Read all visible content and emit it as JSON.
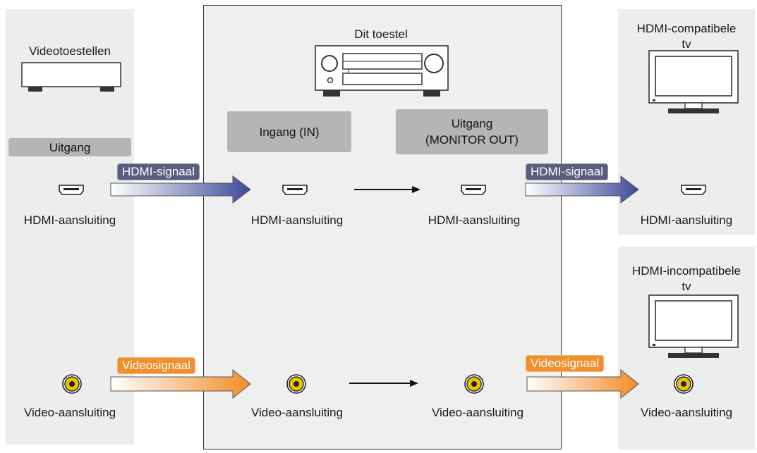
{
  "left": {
    "device_label": "Videotoestellen",
    "output_box": "Uitgang",
    "hdmi_connector_label": "HDMI-aansluiting",
    "video_connector_label": "Video-aansluiting"
  },
  "center": {
    "device_label": "Dit toestel",
    "input_box": "Ingang (IN)",
    "output_box_line1": "Uitgang",
    "output_box_line2": "(MONITOR OUT)",
    "hdmi_in_label": "HDMI-aansluiting",
    "hdmi_out_label": "HDMI-aansluiting",
    "video_in_label": "Video-aansluiting",
    "video_out_label": "Video-aansluiting"
  },
  "right_top": {
    "title_line1": "HDMI-compatibele",
    "title_line2": "tv",
    "connector_label": "HDMI-aansluiting"
  },
  "right_bottom": {
    "title_line1": "HDMI-incompatibele",
    "title_line2": "tv",
    "connector_label": "Video-aansluiting"
  },
  "signals": {
    "hdmi": "HDMI-signaal",
    "video": "Videosignaal"
  },
  "colors": {
    "hdmi_arrow": "#3d4a9a",
    "video_arrow": "#f28c28",
    "video_connector": "#e8c400"
  }
}
